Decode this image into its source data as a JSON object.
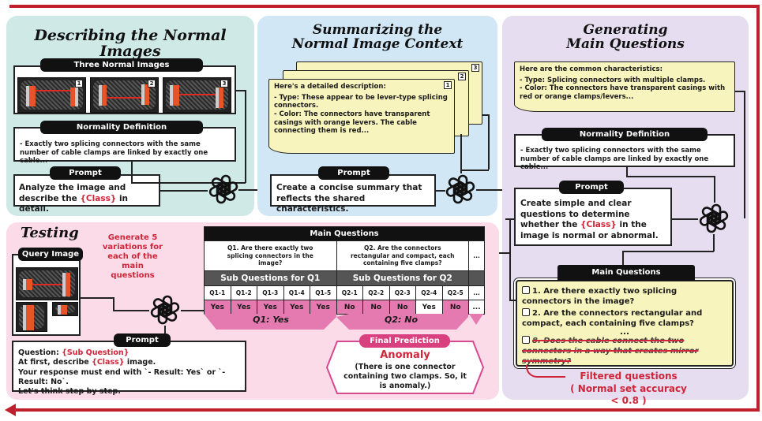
{
  "colors": {
    "frame": "#c0202e",
    "panel1": "#cfe9e7",
    "panel2": "#d2e7f6",
    "panel3": "#e7ddf0",
    "panel4": "#fadbe7",
    "note": "#f8f4bd",
    "accent_red": "#d0253a",
    "yes_pink": "#e57ab0"
  },
  "panel1": {
    "title": "Describing the Normal Images",
    "images_label": "Three Normal Images",
    "image_numbers": [
      "1",
      "2",
      "3"
    ],
    "normality_label": "Normality Definition",
    "normality_text": "- Exactly two splicing connectors with the same number of cable clamps are linked by exactly one cable...",
    "prompt_label": "Prompt",
    "prompt_pre": "Analyze the image and describe the ",
    "prompt_class": "{Class}",
    "prompt_post": " in detail.",
    "model_icon": "openai-logo-icon"
  },
  "panel2": {
    "title_line1": "Summarizing the",
    "title_line2": "Normal Image Context",
    "note_numbers": [
      "1",
      "2",
      "3"
    ],
    "note_heading": "Here's a detailed description:",
    "note_type": "- Type: These appear to be lever-type splicing connectors.",
    "note_color": "- Color: The connectors have transparent casings with orange levers. The cable connecting them is red...",
    "prompt_label": "Prompt",
    "prompt_text": "Create a concise summary that reflects the shared characteristics."
  },
  "panel3": {
    "title_line1": "Generating",
    "title_line2": "Main Questions",
    "summary_heading": "Here are the common characteristics:",
    "summary_type": "- Type: Splicing connectors with multiple clamps.",
    "summary_color": "- Color: The connectors have transparent casings with red or orange clamps/levers...",
    "normality_label": "Normality Definition",
    "normality_text": "- Exactly two splicing connectors with the same number of cable clamps are linked by exactly one cable...",
    "prompt_label": "Prompt",
    "prompt_pre": "Create simple and clear questions to determine whether the ",
    "prompt_class": "{Class}",
    "prompt_post": " in the image is normal or abnormal.",
    "main_questions_label": "Main Questions",
    "questions": [
      {
        "text": "1. Are there exactly two splicing connectors in the image?",
        "filtered": false
      },
      {
        "text": "2. Are the connectors rectangular and compact, each containing five clamps?",
        "filtered": false
      },
      {
        "text": "8. Does the cable connect the two connectors in a way that creates mirror symmetry?",
        "filtered": true
      }
    ],
    "ellipsis": "...",
    "filtered_line1": "Filtered questions",
    "filtered_line2": "( Normal set accuracy < 0.8 )"
  },
  "panel4": {
    "title": "Testing",
    "query_label": "Query Image",
    "generate_text": "Generate 5 variations for each of the main questions",
    "prompt_label": "Prompt",
    "prompt_q_pre": "Question: ",
    "prompt_q_var": "{Sub Question}",
    "prompt_l2_pre": "At first, describe ",
    "prompt_l2_var": "{Class}",
    "prompt_l2_post": " image.",
    "prompt_l3": "Your response must end with `- Result: Yes` or `- Result: No`.",
    "prompt_l4": "Let's think step by step.",
    "table": {
      "header": "Main Questions",
      "q1": "Q1. Are there exactly two splicing connectors in the image?",
      "q2": "Q2. Are the connectors rectangular and compact, each containing five clamps?",
      "more": "...",
      "sub_q1": "Sub Questions for Q1",
      "sub_q2": "Sub Questions for Q2",
      "ids": [
        "Q1-1",
        "Q1-2",
        "Q1-3",
        "Q1-4",
        "Q1-5",
        "Q2-1",
        "Q2-2",
        "Q2-3",
        "Q2-4",
        "Q2-5",
        "..."
      ],
      "answers": [
        "Yes",
        "Yes",
        "Yes",
        "Yes",
        "Yes",
        "No",
        "No",
        "No",
        "Yes",
        "No",
        "..."
      ],
      "result_q1": "Q1: Yes",
      "result_q2": "Q2: No"
    },
    "final_label": "Final Prediction",
    "final_result": "Anomaly",
    "final_reason": "(There is one connector containing two clamps. So, it is anomaly.)"
  }
}
